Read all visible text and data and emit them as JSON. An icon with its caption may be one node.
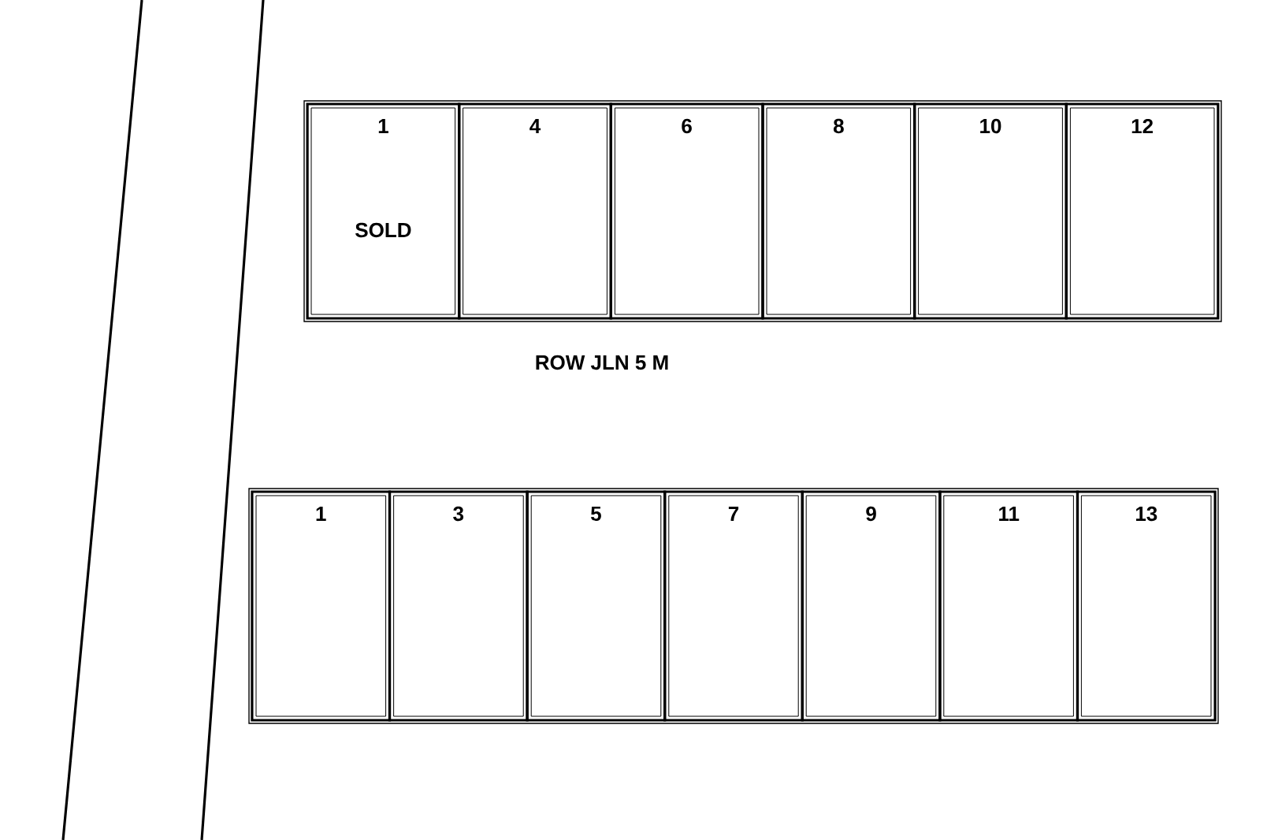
{
  "diagram": {
    "nodes": [
      {
        "text": [],
        "shape": "box"
      },
      {
        "text": [
          "1",
          "SOLD"
        ],
        "in": 0
      },
      {
        "text": [
          "4"
        ],
        "in": 0
      },
      {
        "text": [
          "6"
        ],
        "in": 0
      },
      {
        "text": [
          "8"
        ],
        "in": 0
      },
      {
        "text": [
          "10"
        ],
        "in": 0
      },
      {
        "text": [
          "12"
        ],
        "in": 0
      },
      {
        "text": [],
        "shape": "box"
      },
      {
        "text": [
          "1"
        ],
        "in": 7
      },
      {
        "text": [
          "3"
        ],
        "in": 7
      },
      {
        "text": [
          "5"
        ],
        "in": 7
      },
      {
        "text": [
          "7"
        ],
        "in": 7
      },
      {
        "text": [
          "9"
        ],
        "in": 7
      },
      {
        "text": [
          "11"
        ],
        "in": 7
      },
      {
        "text": [
          "13"
        ],
        "in": 7
      }
    ],
    "labels": [
      "ROW JLN 5 M"
    ]
  }
}
